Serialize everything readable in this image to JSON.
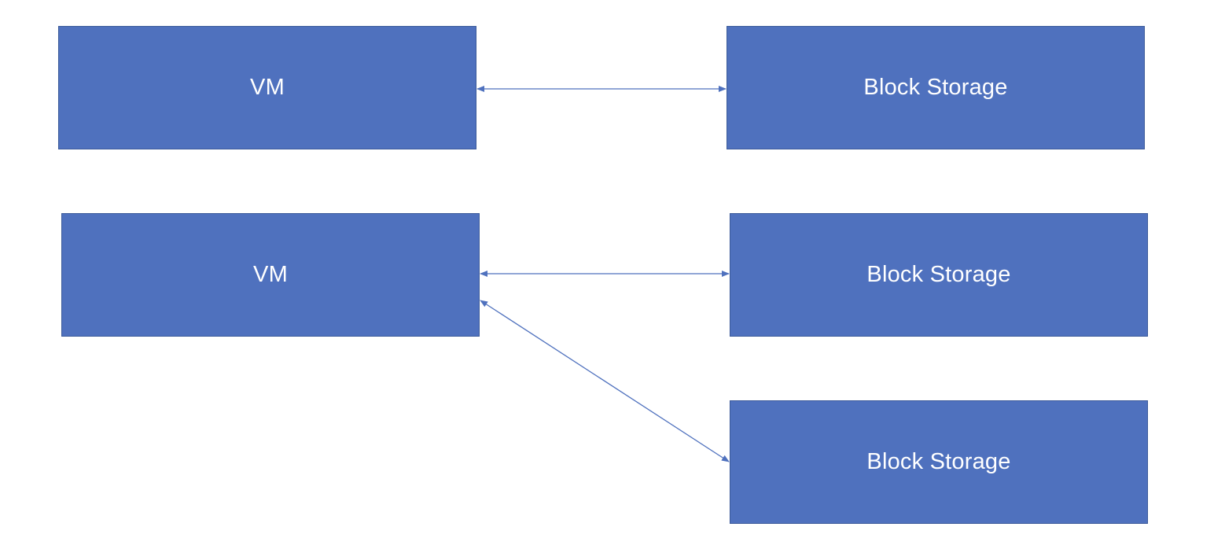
{
  "colors": {
    "box_fill": "#4f71be",
    "box_border": "#3b5a9a",
    "connector": "#4f71be",
    "text": "#ffffff"
  },
  "diagram": {
    "rows": [
      {
        "vm_label": "VM",
        "storage_labels": [
          "Block Storage"
        ]
      },
      {
        "vm_label": "VM",
        "storage_labels": [
          "Block Storage",
          "Block Storage"
        ]
      }
    ],
    "connectors": [
      {
        "from": "VM",
        "to": "Block Storage",
        "style": "bidirectional-arrow"
      },
      {
        "from": "VM",
        "to": "Block Storage",
        "style": "bidirectional-arrow"
      },
      {
        "from": "VM",
        "to": "Block Storage",
        "style": "bidirectional-arrow"
      }
    ]
  }
}
